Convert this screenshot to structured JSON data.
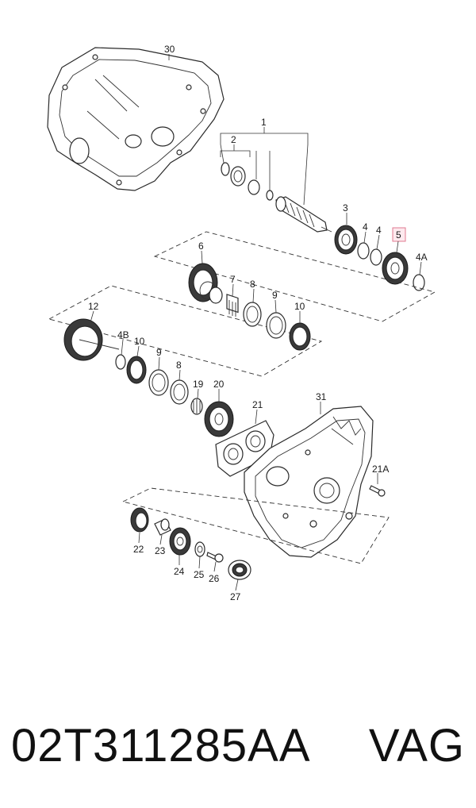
{
  "callouts": {
    "c1": "1",
    "c2": "2",
    "c3": "3",
    "c4a": "4",
    "c4b": "4",
    "c5": "5",
    "c4A": "4A",
    "c6": "6",
    "c7": "7",
    "c8a": "8",
    "c9a": "9",
    "c10a": "10",
    "c12": "12",
    "c4B": "4B",
    "c10b": "10",
    "c9b": "9",
    "c8b": "8",
    "c19": "19",
    "c20": "20",
    "c21": "21",
    "c31": "31",
    "c21A": "21A",
    "c22": "22",
    "c23": "23",
    "c24": "24",
    "c25": "25",
    "c26": "26",
    "c27": "27",
    "c30": "30"
  },
  "highlight": {
    "color": "#e07a90"
  },
  "footer": {
    "part_number": "02T311285AA",
    "brand": "VAG"
  }
}
